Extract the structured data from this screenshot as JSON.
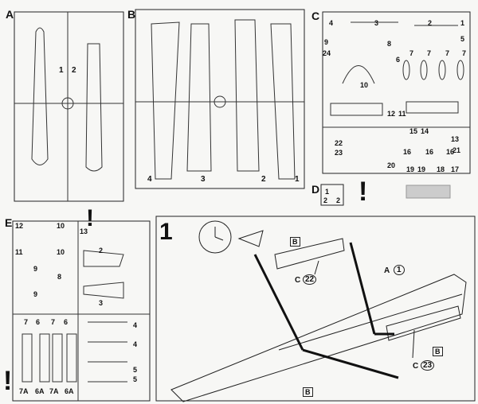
{
  "sprues": {
    "a": {
      "letter": "A",
      "parts": [
        "1",
        "2"
      ]
    },
    "b": {
      "letter": "B",
      "parts": [
        "4",
        "3",
        "2",
        "1"
      ]
    },
    "c": {
      "letter": "C",
      "parts": [
        "4",
        "3",
        "2",
        "1",
        "5",
        "24",
        "9",
        "8",
        "6",
        "7",
        "7",
        "7",
        "7",
        "10",
        "12",
        "11",
        "15",
        "14",
        "22",
        "23",
        "13",
        "16",
        "16",
        "16",
        "21",
        "20",
        "19",
        "19",
        "18",
        "17"
      ]
    },
    "d": {
      "letter": "D",
      "parts": [
        "1",
        "2",
        "2"
      ]
    },
    "e": {
      "letter": "E",
      "parts": [
        "12",
        "11",
        "10",
        "13",
        "10",
        "9",
        "8",
        "9",
        "2",
        "3",
        "7",
        "6",
        "7",
        "6",
        "4",
        "4",
        "5",
        "5",
        "7A",
        "6A",
        "7A",
        "6A"
      ]
    }
  },
  "step": {
    "number": "1",
    "part_refs": [
      "A",
      "1",
      "C",
      "22",
      "C",
      "23"
    ],
    "flag_labels": [
      "B",
      "B",
      "B"
    ]
  },
  "warning_marks": [
    "!",
    "!",
    "!"
  ]
}
